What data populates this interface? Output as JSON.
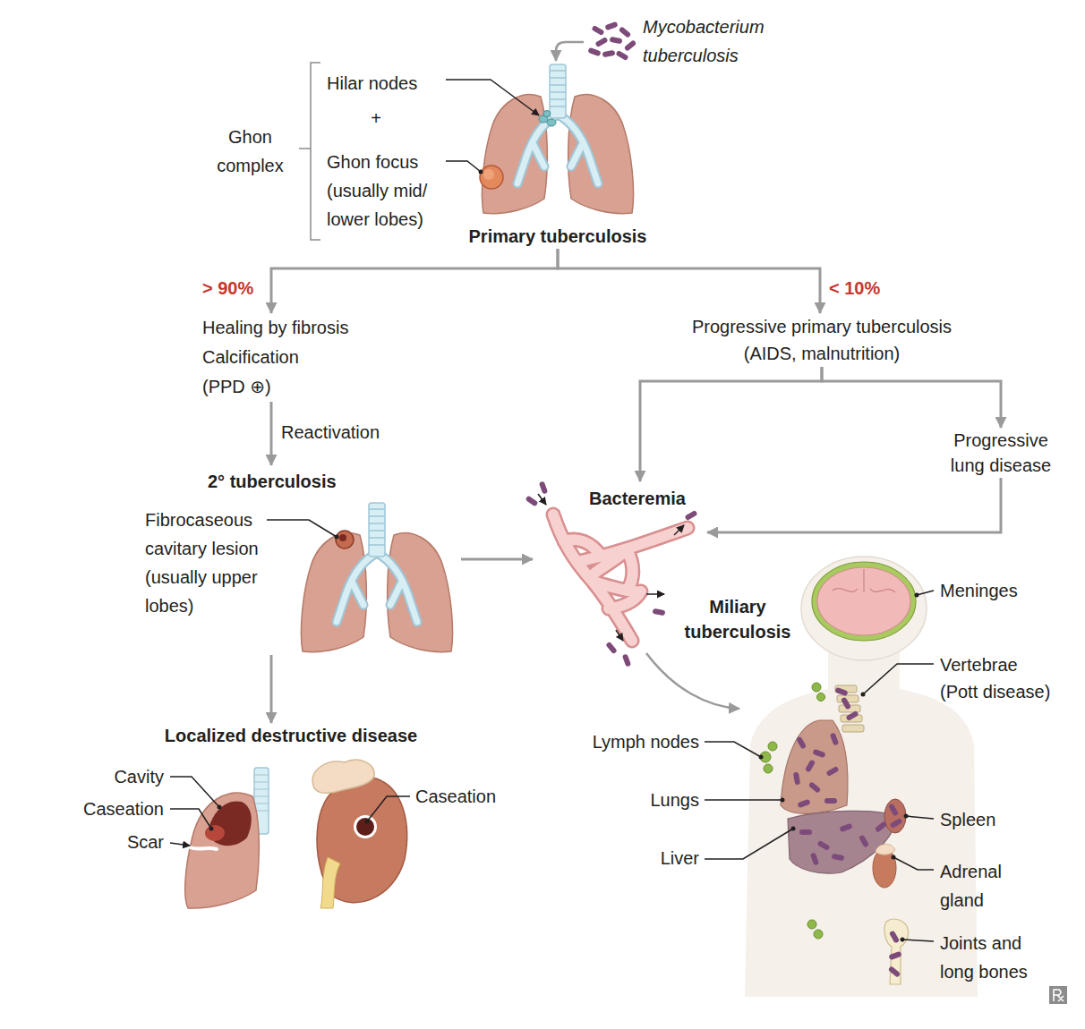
{
  "diagram": {
    "nodes": [
      {
        "text": [
          "Primary tuberculosis"
        ]
      },
      {
        "text": [
          "Healing by fibrosis",
          "Calcification",
          "(PPD ⊕)"
        ]
      },
      {
        "text": [
          "Progressive primary tuberculosis",
          "(AIDS, malnutrition)"
        ]
      },
      {
        "text": [
          "Progressive lung disease"
        ]
      },
      {
        "text": [
          "2° tuberculosis"
        ]
      },
      {
        "text": [
          "Bacteremia"
        ]
      },
      {
        "text": [
          "Localized destructive disease"
        ]
      }
    ],
    "edges": [
      {
        "from": 0,
        "to": 1,
        "label": "> 90%",
        "arrow": "to"
      },
      {
        "from": 0,
        "to": 2,
        "label": "< 10%",
        "arrow": "to"
      },
      {
        "from": 1,
        "to": 4,
        "label": "Reactivation",
        "arrow": "to"
      },
      {
        "from": 2,
        "to": 5,
        "arrow": "to"
      },
      {
        "from": 2,
        "to": 3,
        "arrow": "to"
      },
      {
        "from": 3,
        "to": 5,
        "arrow": "to"
      },
      {
        "from": 4,
        "to": 5,
        "arrow": "to"
      },
      {
        "from": 4,
        "to": 6,
        "arrow": "to"
      }
    ],
    "labels": [
      "Mycobacterium tuberculosis",
      "Ghon complex",
      "Hilar nodes",
      "+",
      "Ghon focus (usually mid/ lower lobes)",
      "Fibrocaseous cavitary lesion (usually upper lobes)",
      "Miliary tuberculosis",
      "Cavity",
      "Caseation",
      "Scar",
      "Caseation",
      "Meninges",
      "Vertebrae (Pott disease)",
      "Lymph nodes",
      "Lungs",
      "Liver",
      "Spleen",
      "Adrenal gland",
      "Joints and long bones"
    ]
  }
}
